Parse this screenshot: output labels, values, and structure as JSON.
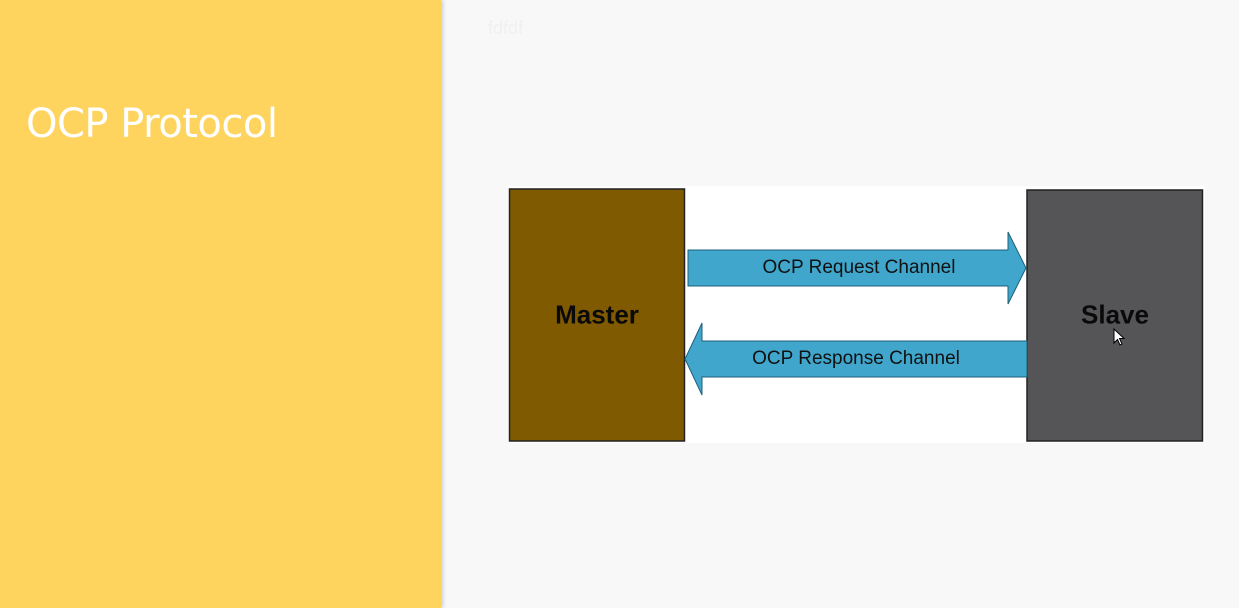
{
  "slide": {
    "title": "OCP Protocol",
    "faint_text": "fdfdf"
  },
  "diagram": {
    "master_label": "Master",
    "slave_label": "Slave",
    "request_channel_label": "OCP Request Channel",
    "response_channel_label": "OCP Response Channel"
  },
  "colors": {
    "left_panel": "#fed45f",
    "master_box": "#805a00",
    "slave_box": "#555558",
    "arrow_fill": "#40a6cc",
    "title_text": "#ffffff"
  }
}
